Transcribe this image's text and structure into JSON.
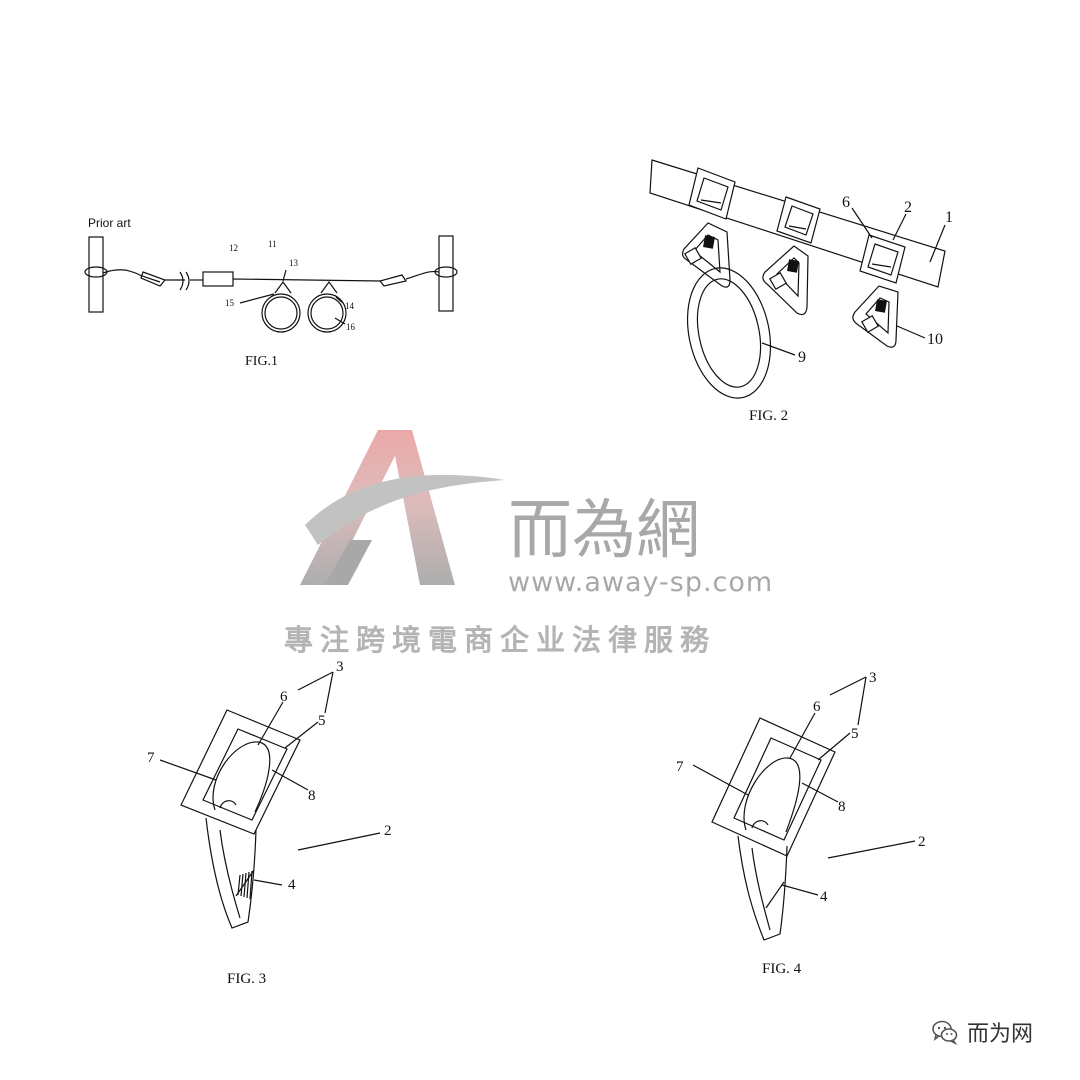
{
  "fig1": {
    "heading": "Prior art",
    "caption": "FIG.1",
    "labels": [
      "12",
      "11",
      "13",
      "15",
      "14",
      "16"
    ]
  },
  "fig2": {
    "caption": "FIG. 2",
    "labels": [
      "6",
      "2",
      "1",
      "9",
      "10"
    ]
  },
  "fig3": {
    "caption": "FIG. 3",
    "labels": [
      "3",
      "6",
      "5",
      "7",
      "8",
      "2",
      "4"
    ]
  },
  "fig4": {
    "caption": "FIG. 4",
    "labels": [
      "3",
      "6",
      "5",
      "7",
      "8",
      "2",
      "4"
    ]
  },
  "watermark": {
    "name": "而為網",
    "url": "www.away-sp.com",
    "slogan": "專注跨境電商企业法律服務",
    "logo_colors": [
      "#e8a3a3",
      "#9a9a9a"
    ]
  },
  "footer": {
    "account": "而为网",
    "icon": "wechat-icon"
  }
}
